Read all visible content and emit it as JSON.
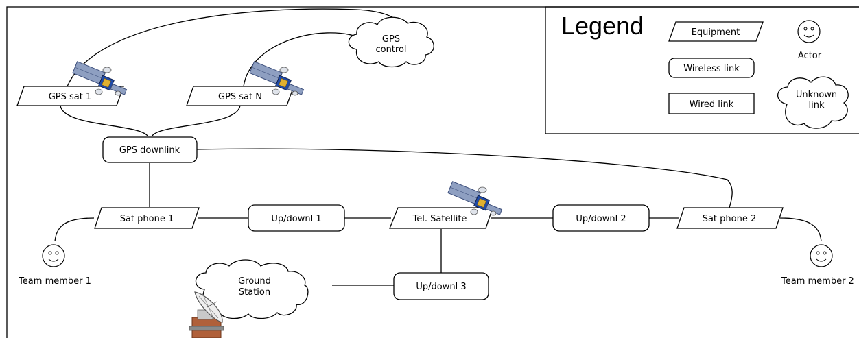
{
  "legend": {
    "title": "Legend",
    "equipment": "Equipment",
    "wireless_link": "Wireless link",
    "wired_link": "Wired link",
    "actor": "Actor",
    "unknown_link_line1": "Unknown",
    "unknown_link_line2": "link"
  },
  "nodes": {
    "gps_control_line1": "GPS",
    "gps_control_line2": "control",
    "gps_sat_1": "GPS sat 1",
    "gps_sat_n": "GPS sat N",
    "gps_downlink": "GPS downlink",
    "sat_phone_1": "Sat phone 1",
    "updownl_1": "Up/downl 1",
    "tel_satellite": "Tel. Satellite",
    "updownl_2": "Up/downl 2",
    "sat_phone_2": "Sat phone 2",
    "updownl_3": "Up/downl 3",
    "ground_station_line1": "Ground",
    "ground_station_line2": "Station",
    "team_member_1": "Team member 1",
    "team_member_2": "Team member 2"
  },
  "icons": {
    "satellite": "satellite-icon",
    "dish": "satellite-dish-icon",
    "actor": "smiley-actor-icon"
  }
}
